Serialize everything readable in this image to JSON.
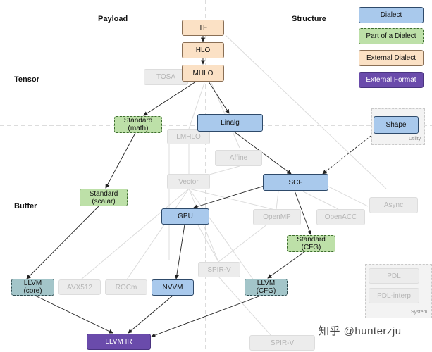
{
  "headings": {
    "payload": "Payload",
    "structure": "Structure",
    "tensor": "Tensor",
    "buffer": "Buffer"
  },
  "legend": {
    "dialect": "Dialect",
    "part_of_dialect": "Part of a Dialect",
    "external_dialect": "External Dialect",
    "external_format": "External Format"
  },
  "nodes": {
    "tf": "TF",
    "hlo": "HLO",
    "mhlo": "MHLO",
    "standard_math": "Standard\n(math)",
    "linalg": "Linalg",
    "shape": "Shape",
    "scf": "SCF",
    "standard_scalar": "Standard\n(scalar)",
    "gpu": "GPU",
    "standard_cfg": "Standard\n(CFG)",
    "llvm_core": "LLVM\n(core)",
    "nvvm": "NVVM",
    "llvm_cfg": "LLVM\n(CFG)",
    "llvm_ir": "LLVM IR"
  },
  "ghost_nodes": {
    "tosa": "TOSA",
    "lmhlo": "LMHLO",
    "affine": "Affine",
    "vector": "Vector",
    "openmp": "OpenMP",
    "openacc": "OpenACC",
    "async": "Async",
    "spirv": "SPIR-V",
    "avx512": "AVX512",
    "rocm": "ROCm",
    "pdl": "PDL",
    "pdl_interp": "PDL-interp",
    "spirv_bottom": "SPIR-V"
  },
  "group_labels": {
    "utility": "Utility",
    "system": "System"
  },
  "watermark": "知乎 @hunterzju",
  "colors": {
    "dialect": "#a9c9ec",
    "part_of_dialect": "#bde0a8",
    "external_dialect": "#fbe1c5",
    "external_format": "#6a4bab"
  }
}
